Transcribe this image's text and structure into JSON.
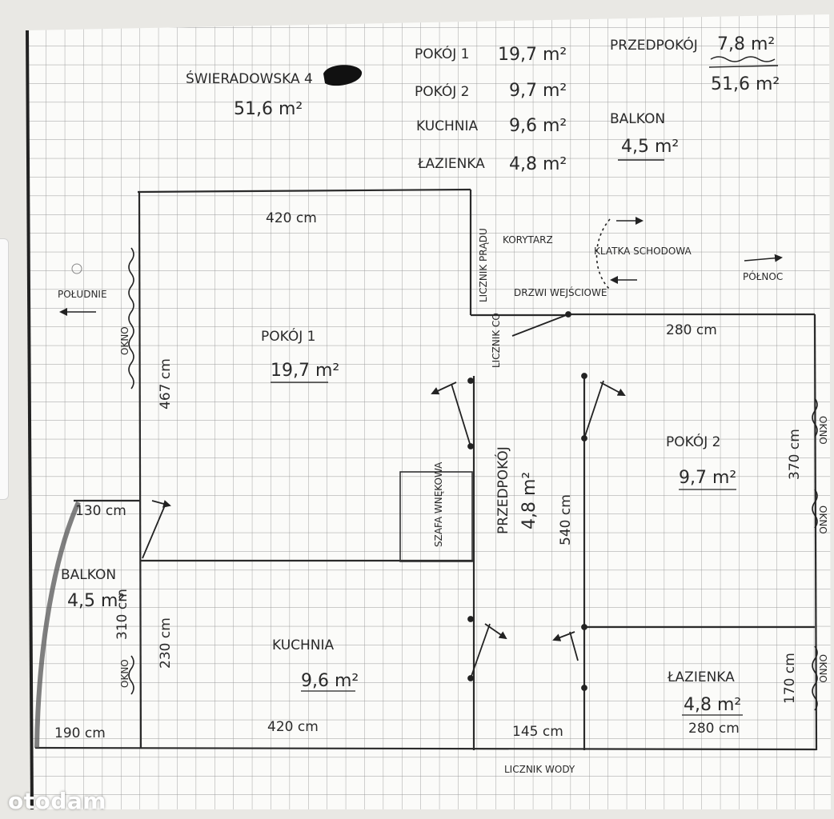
{
  "header": {
    "address": "ŚWIERADOWSKA 4",
    "total_area": "51,6 m²"
  },
  "summary": {
    "rows": [
      {
        "label": "POKÓJ 1",
        "value": "19,7 m²"
      },
      {
        "label": "POKÓJ 2",
        "value": "9,7 m²"
      },
      {
        "label": "KUCHNIA",
        "value": "9,6 m²"
      },
      {
        "label": "ŁAZIENKA",
        "value": "4,8 m²"
      }
    ],
    "hall_label": "PRZEDPOKÓJ",
    "hall_value": "7,8 m²",
    "total": "51,6 m²",
    "balcony_label": "BALKON",
    "balcony_value": "4,5 m²"
  },
  "rooms": {
    "pokoj1": {
      "label": "POKÓJ 1",
      "area": "19,7 m²"
    },
    "pokoj2": {
      "label": "POKÓJ 2",
      "area": "9,7 m²"
    },
    "kuchnia": {
      "label": "KUCHNIA",
      "area": "9,6 m²"
    },
    "lazienka": {
      "label": "ŁAZIENKA",
      "area": "4,8 m²"
    },
    "przedpokoj": {
      "label": "PRZEDPOKÓJ",
      "area": "4,8 m²"
    },
    "balkon": {
      "label": "BALKON",
      "area": "4,5 m²"
    }
  },
  "labels": {
    "korytarz": "KORYTARZ",
    "klatka": "KLATKA SCHODOWA",
    "poludnie": "POŁUDNIE",
    "polnoc": "PÓŁNOC",
    "okno": "OKNO",
    "szafa": "SZAFA WNĘKOWA",
    "licznik_pradu": "LICZNIK PRĄDU",
    "licznik_co": "LICZNIK CO",
    "drzwi": "DRZWI WEJŚCIOWE",
    "licznik_wody": "LICZNIK WODY",
    "watermark": "otodam"
  },
  "dimensions": {
    "top_420": "420 cm",
    "left_467": "467 cm",
    "right_280": "280 cm",
    "right_370": "370 cm",
    "hall_540": "540 cm",
    "balcony_130": "130 cm",
    "balcony_310": "310 cm",
    "kitchen_230": "230 cm",
    "bottom_190": "190 cm",
    "bottom_420": "420 cm",
    "bottom_145": "145 cm",
    "bath_170": "170 cm",
    "bath_280": "280 cm"
  }
}
